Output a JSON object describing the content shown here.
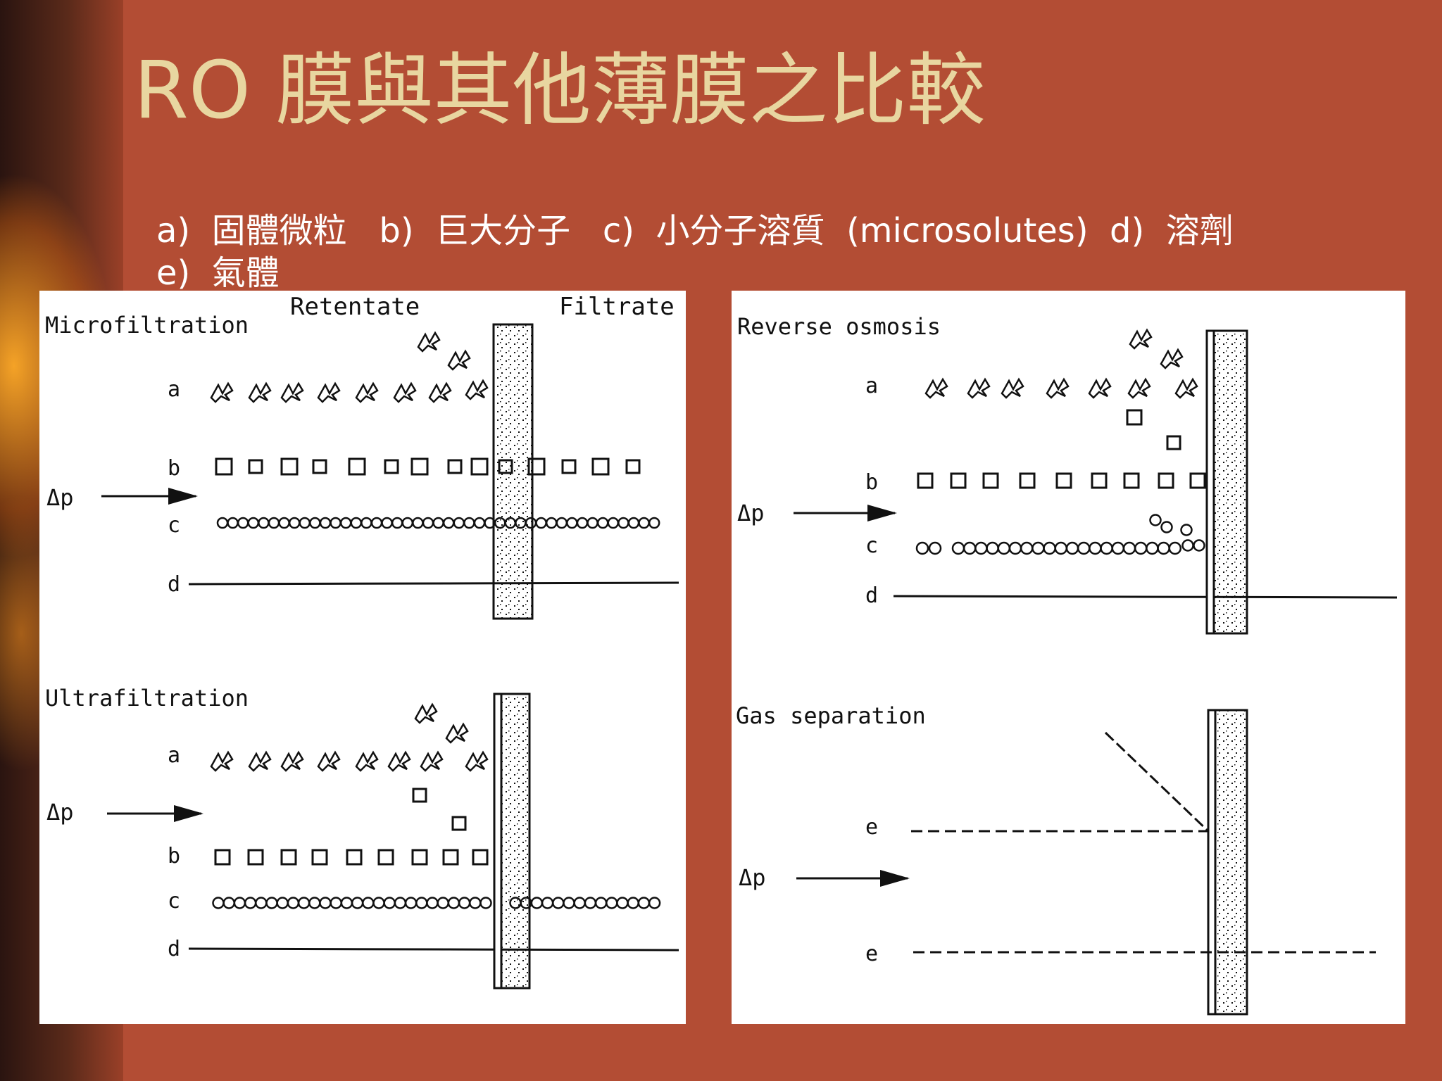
{
  "slide": {
    "title": "RO 膜與其他薄膜之比較",
    "subtitle": "a)  固體微粒   b)  巨大分子   c)  小分子溶質  (microsolutes)  d)  溶劑\ne)  氣體"
  },
  "left_panel": {
    "header_retentate": "Retentate",
    "header_filtrate": "Filtrate",
    "micro": {
      "title": "Microfiltration",
      "a": "a",
      "b": "b",
      "c": "c",
      "d": "d",
      "dp": "Δp"
    },
    "ultra": {
      "title": "Ultrafiltration",
      "a": "a",
      "b": "b",
      "c": "c",
      "d": "d",
      "dp": "Δp"
    }
  },
  "right_panel": {
    "ro": {
      "title": "Reverse osmosis",
      "a": "a",
      "b": "b",
      "c": "c",
      "d": "d",
      "dp": "Δp"
    },
    "gas": {
      "title": "Gas separation",
      "e1": "e",
      "e2": "e",
      "dp": "Δp"
    }
  },
  "colors": {
    "background": "#b34d34",
    "title": "#e8d6a0",
    "subtitle": "#ffffff",
    "panel": "#ffffff",
    "ink": "#111111"
  }
}
